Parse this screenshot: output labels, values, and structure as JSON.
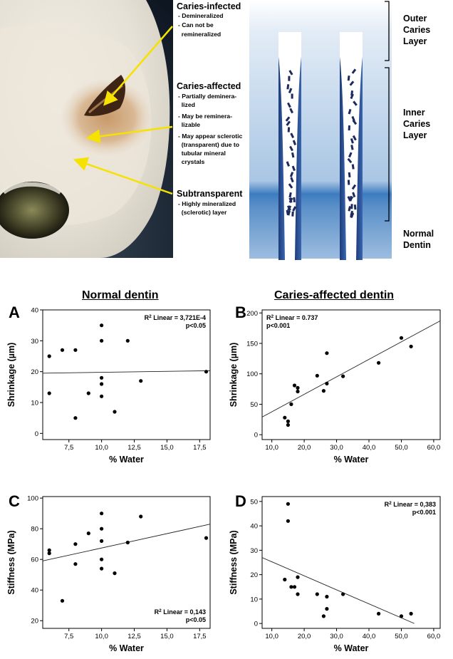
{
  "illustration": {
    "labels": [
      {
        "title": "Caries-infected",
        "lines": [
          "- Demineralized",
          "- Can not be",
          "  remineralized"
        ]
      },
      {
        "title": "Caries-affected",
        "lines": [
          "- Partially deminera-",
          "  lized",
          "- May be reminera-",
          "  lizable",
          "- May appear sclerotic",
          "  (transparent) due to",
          "  tubular mineral",
          "  crystals"
        ]
      },
      {
        "title": "Subtransparent",
        "lines": [
          "- Highly mineralized",
          "  (sclerotic) layer"
        ]
      }
    ],
    "layers": [
      {
        "lines": [
          "Outer",
          "Caries",
          "Layer"
        ]
      },
      {
        "lines": [
          "Inner",
          "Caries",
          "Layer"
        ]
      },
      {
        "lines": [
          "Normal",
          "Dentin"
        ]
      }
    ],
    "colors": {
      "arrow": "#f5e200",
      "tubule_wall": "#1d3c78",
      "background_blue": "#5b90c8"
    }
  },
  "headings": {
    "left": "Normal dentin",
    "right": "Caries-affected dentin"
  },
  "chart_data": [
    {
      "panel": "A",
      "type": "scatter",
      "xlabel": "% Water",
      "ylabel": "Shrinkage (µm)",
      "xlim": [
        5.5,
        18.3
      ],
      "ylim": [
        -2,
        40
      ],
      "xticks": [
        7.5,
        10,
        12.5,
        15,
        17.5
      ],
      "xticklabels": [
        "7,5",
        "10,0",
        "12,5",
        "15,0",
        "17,5"
      ],
      "yticks": [
        0,
        10,
        20,
        30,
        40
      ],
      "yticklabels": [
        "0",
        "10",
        "20",
        "30",
        "40"
      ],
      "points": [
        [
          6,
          25
        ],
        [
          6,
          13
        ],
        [
          7,
          27
        ],
        [
          8,
          27
        ],
        [
          8,
          5
        ],
        [
          9,
          13
        ],
        [
          10,
          35
        ],
        [
          10,
          30
        ],
        [
          10,
          18
        ],
        [
          10,
          16
        ],
        [
          10,
          12
        ],
        [
          11,
          7
        ],
        [
          12,
          30
        ],
        [
          13,
          17
        ],
        [
          18,
          20
        ]
      ],
      "fit": {
        "x": [
          5.5,
          18.3
        ],
        "y": [
          19.5,
          20.3
        ]
      },
      "annotation": {
        "r2_prefix": "R",
        "r2_sup": "2",
        "r2_rest": " Linear = 3,721E-4",
        "p": "p<0.05",
        "position": "top-right"
      }
    },
    {
      "panel": "B",
      "type": "scatter",
      "xlabel": "% Water",
      "ylabel": "Shrinkage (µm)",
      "xlim": [
        7,
        62
      ],
      "ylim": [
        -8,
        205
      ],
      "xticks": [
        10,
        20,
        30,
        40,
        50,
        60
      ],
      "xticklabels": [
        "10,0",
        "20,0",
        "30,0",
        "40,0",
        "50,0",
        "60,0"
      ],
      "yticks": [
        0,
        50,
        100,
        150,
        200
      ],
      "yticklabels": [
        "0",
        "50",
        "100",
        "150",
        "200"
      ],
      "points": [
        [
          14,
          28
        ],
        [
          15,
          22
        ],
        [
          15,
          16
        ],
        [
          16,
          50
        ],
        [
          17,
          81
        ],
        [
          18,
          77
        ],
        [
          18,
          71
        ],
        [
          24,
          97
        ],
        [
          26,
          72
        ],
        [
          27,
          84
        ],
        [
          27,
          134
        ],
        [
          32,
          96
        ],
        [
          43,
          118
        ],
        [
          50,
          159
        ],
        [
          53,
          145
        ]
      ],
      "fit": {
        "x": [
          7,
          62
        ],
        "y": [
          29,
          187
        ]
      },
      "annotation": {
        "r2_prefix": "R",
        "r2_sup": "2",
        "r2_rest": " Linear = 0.737",
        "p": "p<0.001",
        "position": "top-left"
      }
    },
    {
      "panel": "C",
      "type": "scatter",
      "xlabel": "% Water",
      "ylabel": "Stiffness (MPa)",
      "xlim": [
        5.5,
        18.3
      ],
      "ylim": [
        15,
        101
      ],
      "xticks": [
        7.5,
        10,
        12.5,
        15,
        17.5
      ],
      "xticklabels": [
        "7,5",
        "10,0",
        "12,5",
        "15,0",
        "17,5"
      ],
      "yticks": [
        20,
        40,
        60,
        80,
        100
      ],
      "yticklabels": [
        "20",
        "40",
        "60",
        "80",
        "100"
      ],
      "points": [
        [
          6,
          66
        ],
        [
          6,
          64
        ],
        [
          7,
          33
        ],
        [
          8,
          70
        ],
        [
          8,
          57
        ],
        [
          9,
          77
        ],
        [
          10,
          90
        ],
        [
          10,
          80
        ],
        [
          10,
          72
        ],
        [
          10,
          60
        ],
        [
          10,
          54
        ],
        [
          11,
          51
        ],
        [
          12,
          71
        ],
        [
          13,
          88
        ],
        [
          18,
          74
        ]
      ],
      "fit": {
        "x": [
          5.5,
          18.3
        ],
        "y": [
          59,
          83
        ]
      },
      "annotation": {
        "r2_prefix": "R",
        "r2_sup": "2",
        "r2_rest": " Linear = 0,143",
        "p": "p<0.05",
        "position": "bottom-right"
      }
    },
    {
      "panel": "D",
      "type": "scatter",
      "xlabel": "% Water",
      "ylabel": "Stiffness (MPa)",
      "xlim": [
        7,
        62
      ],
      "ylim": [
        -2,
        52
      ],
      "xticks": [
        10,
        20,
        30,
        40,
        50,
        60
      ],
      "xticklabels": [
        "10,0",
        "20,0",
        "30,0",
        "40,0",
        "50,0",
        "60,0"
      ],
      "yticks": [
        0,
        10,
        20,
        30,
        40,
        50
      ],
      "yticklabels": [
        "0",
        "10",
        "20",
        "30",
        "40",
        "50"
      ],
      "points": [
        [
          14,
          18
        ],
        [
          15,
          49
        ],
        [
          15,
          42
        ],
        [
          16,
          15
        ],
        [
          17,
          15
        ],
        [
          18,
          19
        ],
        [
          18,
          12
        ],
        [
          24,
          12
        ],
        [
          26,
          3
        ],
        [
          27,
          11
        ],
        [
          27,
          6
        ],
        [
          32,
          12
        ],
        [
          43,
          4
        ],
        [
          50,
          3
        ],
        [
          53,
          4
        ]
      ],
      "fit": {
        "x": [
          7,
          54
        ],
        "y": [
          27,
          0
        ]
      },
      "annotation": {
        "r2_prefix": "R",
        "r2_sup": "2",
        "r2_rest": " Linear = 0,383",
        "p": "p<0.001",
        "position": "top-right"
      }
    }
  ]
}
